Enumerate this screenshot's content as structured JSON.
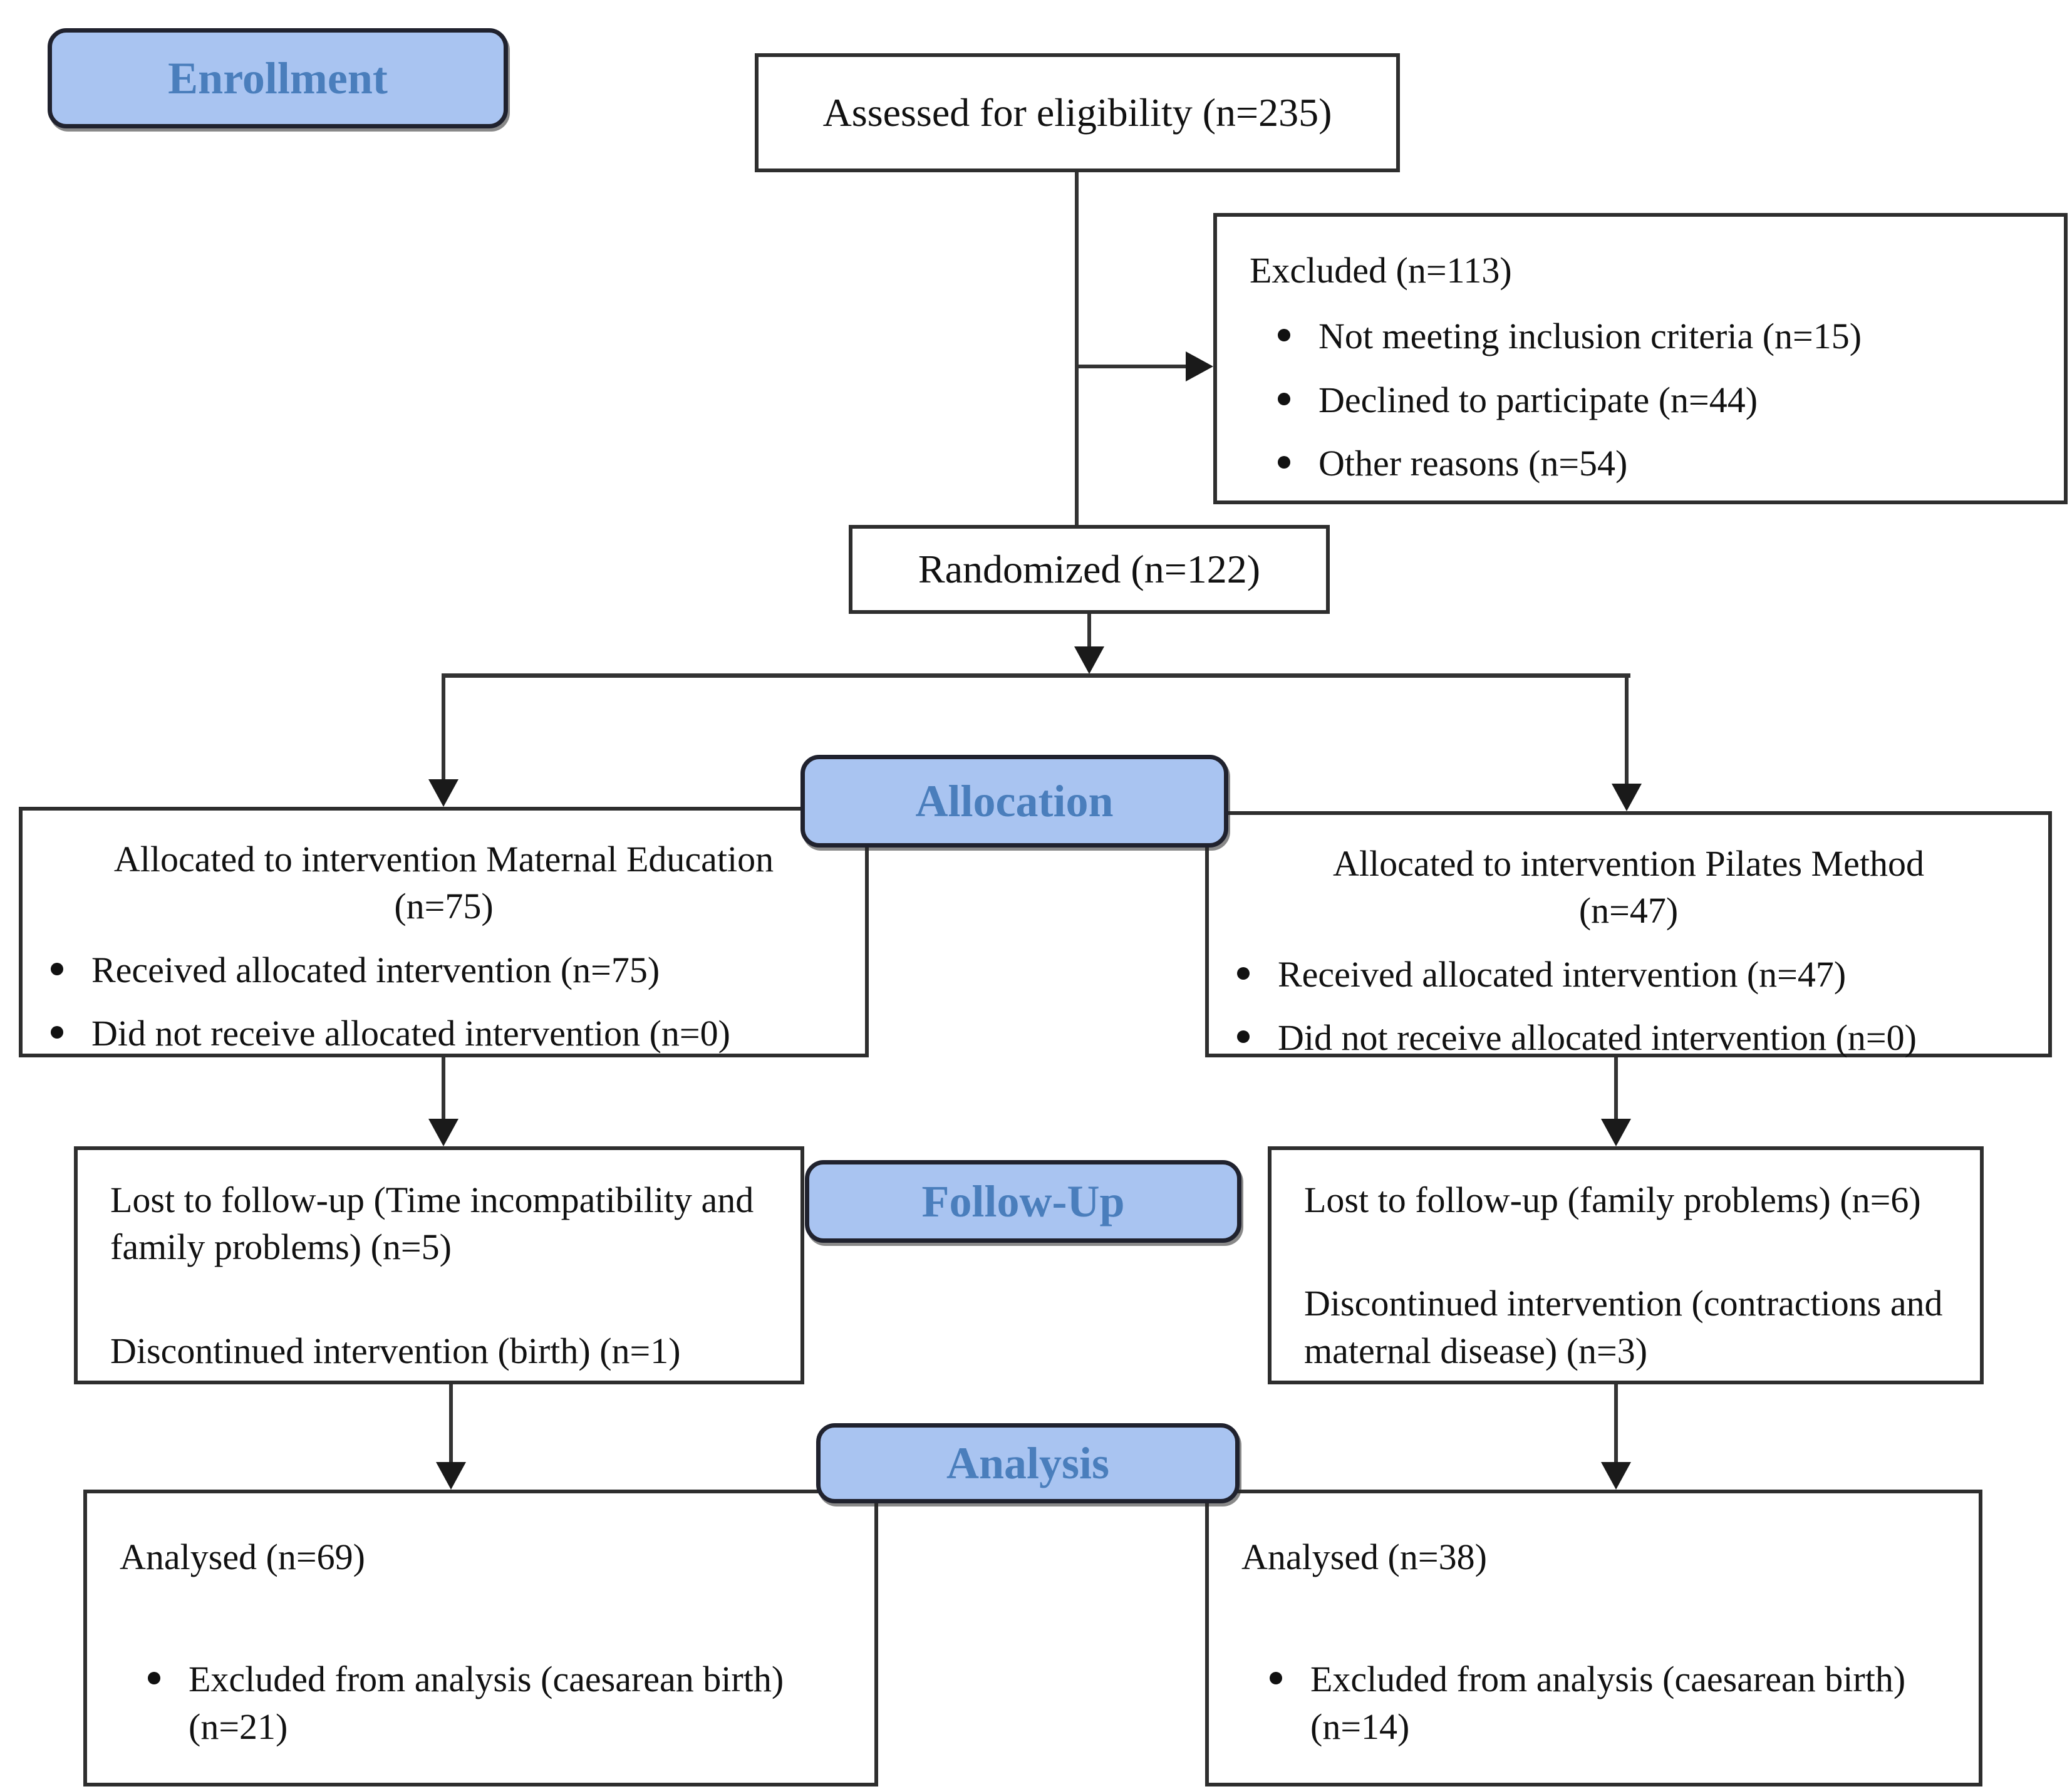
{
  "diagram_type": "CONSORT participant flow diagram",
  "stages": {
    "enrollment": {
      "label": "Enrollment"
    },
    "allocation": {
      "label": "Allocation"
    },
    "followup": {
      "label": "Follow-Up"
    },
    "analysis": {
      "label": "Analysis"
    }
  },
  "boxes": {
    "assessed": {
      "text": "Assessed for eligibility (n=235)"
    },
    "excluded": {
      "title": "Excluded (n=113)",
      "bullets": [
        "Not meeting inclusion criteria (n=15)",
        "Declined to participate (n=44)",
        "Other reasons (n=54)"
      ]
    },
    "randomized": {
      "text": "Randomized (n=122)"
    },
    "alloc_left": {
      "title_line1": "Allocated to intervention Maternal Education",
      "title_line2": "(n=75)",
      "bullets": [
        "Received allocated intervention (n=75)",
        "Did not receive allocated intervention (n=0)"
      ]
    },
    "alloc_right": {
      "title_line1": "Allocated to intervention Pilates Method",
      "title_line2": "(n=47)",
      "bullets": [
        "Received allocated intervention (n=47)",
        "Did not receive allocated intervention (n=0)"
      ]
    },
    "followup_left": {
      "para1": "Lost to follow-up (Time incompatibility and family problems) (n=5)",
      "para2": "Discontinued intervention (birth) (n=1)"
    },
    "followup_right": {
      "para1": "Lost to follow-up (family problems) (n=6)",
      "para2": "Discontinued intervention (contractions and maternal disease) (n=3)"
    },
    "analysis_left": {
      "title": "Analysed (n=69)",
      "bullets": [
        "Excluded from analysis (caesarean birth) (n=21)"
      ]
    },
    "analysis_right": {
      "title": "Analysed (n=38)",
      "bullets": [
        "Excluded from analysis (caesarean birth) (n=14)"
      ]
    }
  },
  "colors": {
    "stage_fill": "#a9c4f1",
    "stage_text": "#4a7ebc",
    "line": "#333333"
  }
}
